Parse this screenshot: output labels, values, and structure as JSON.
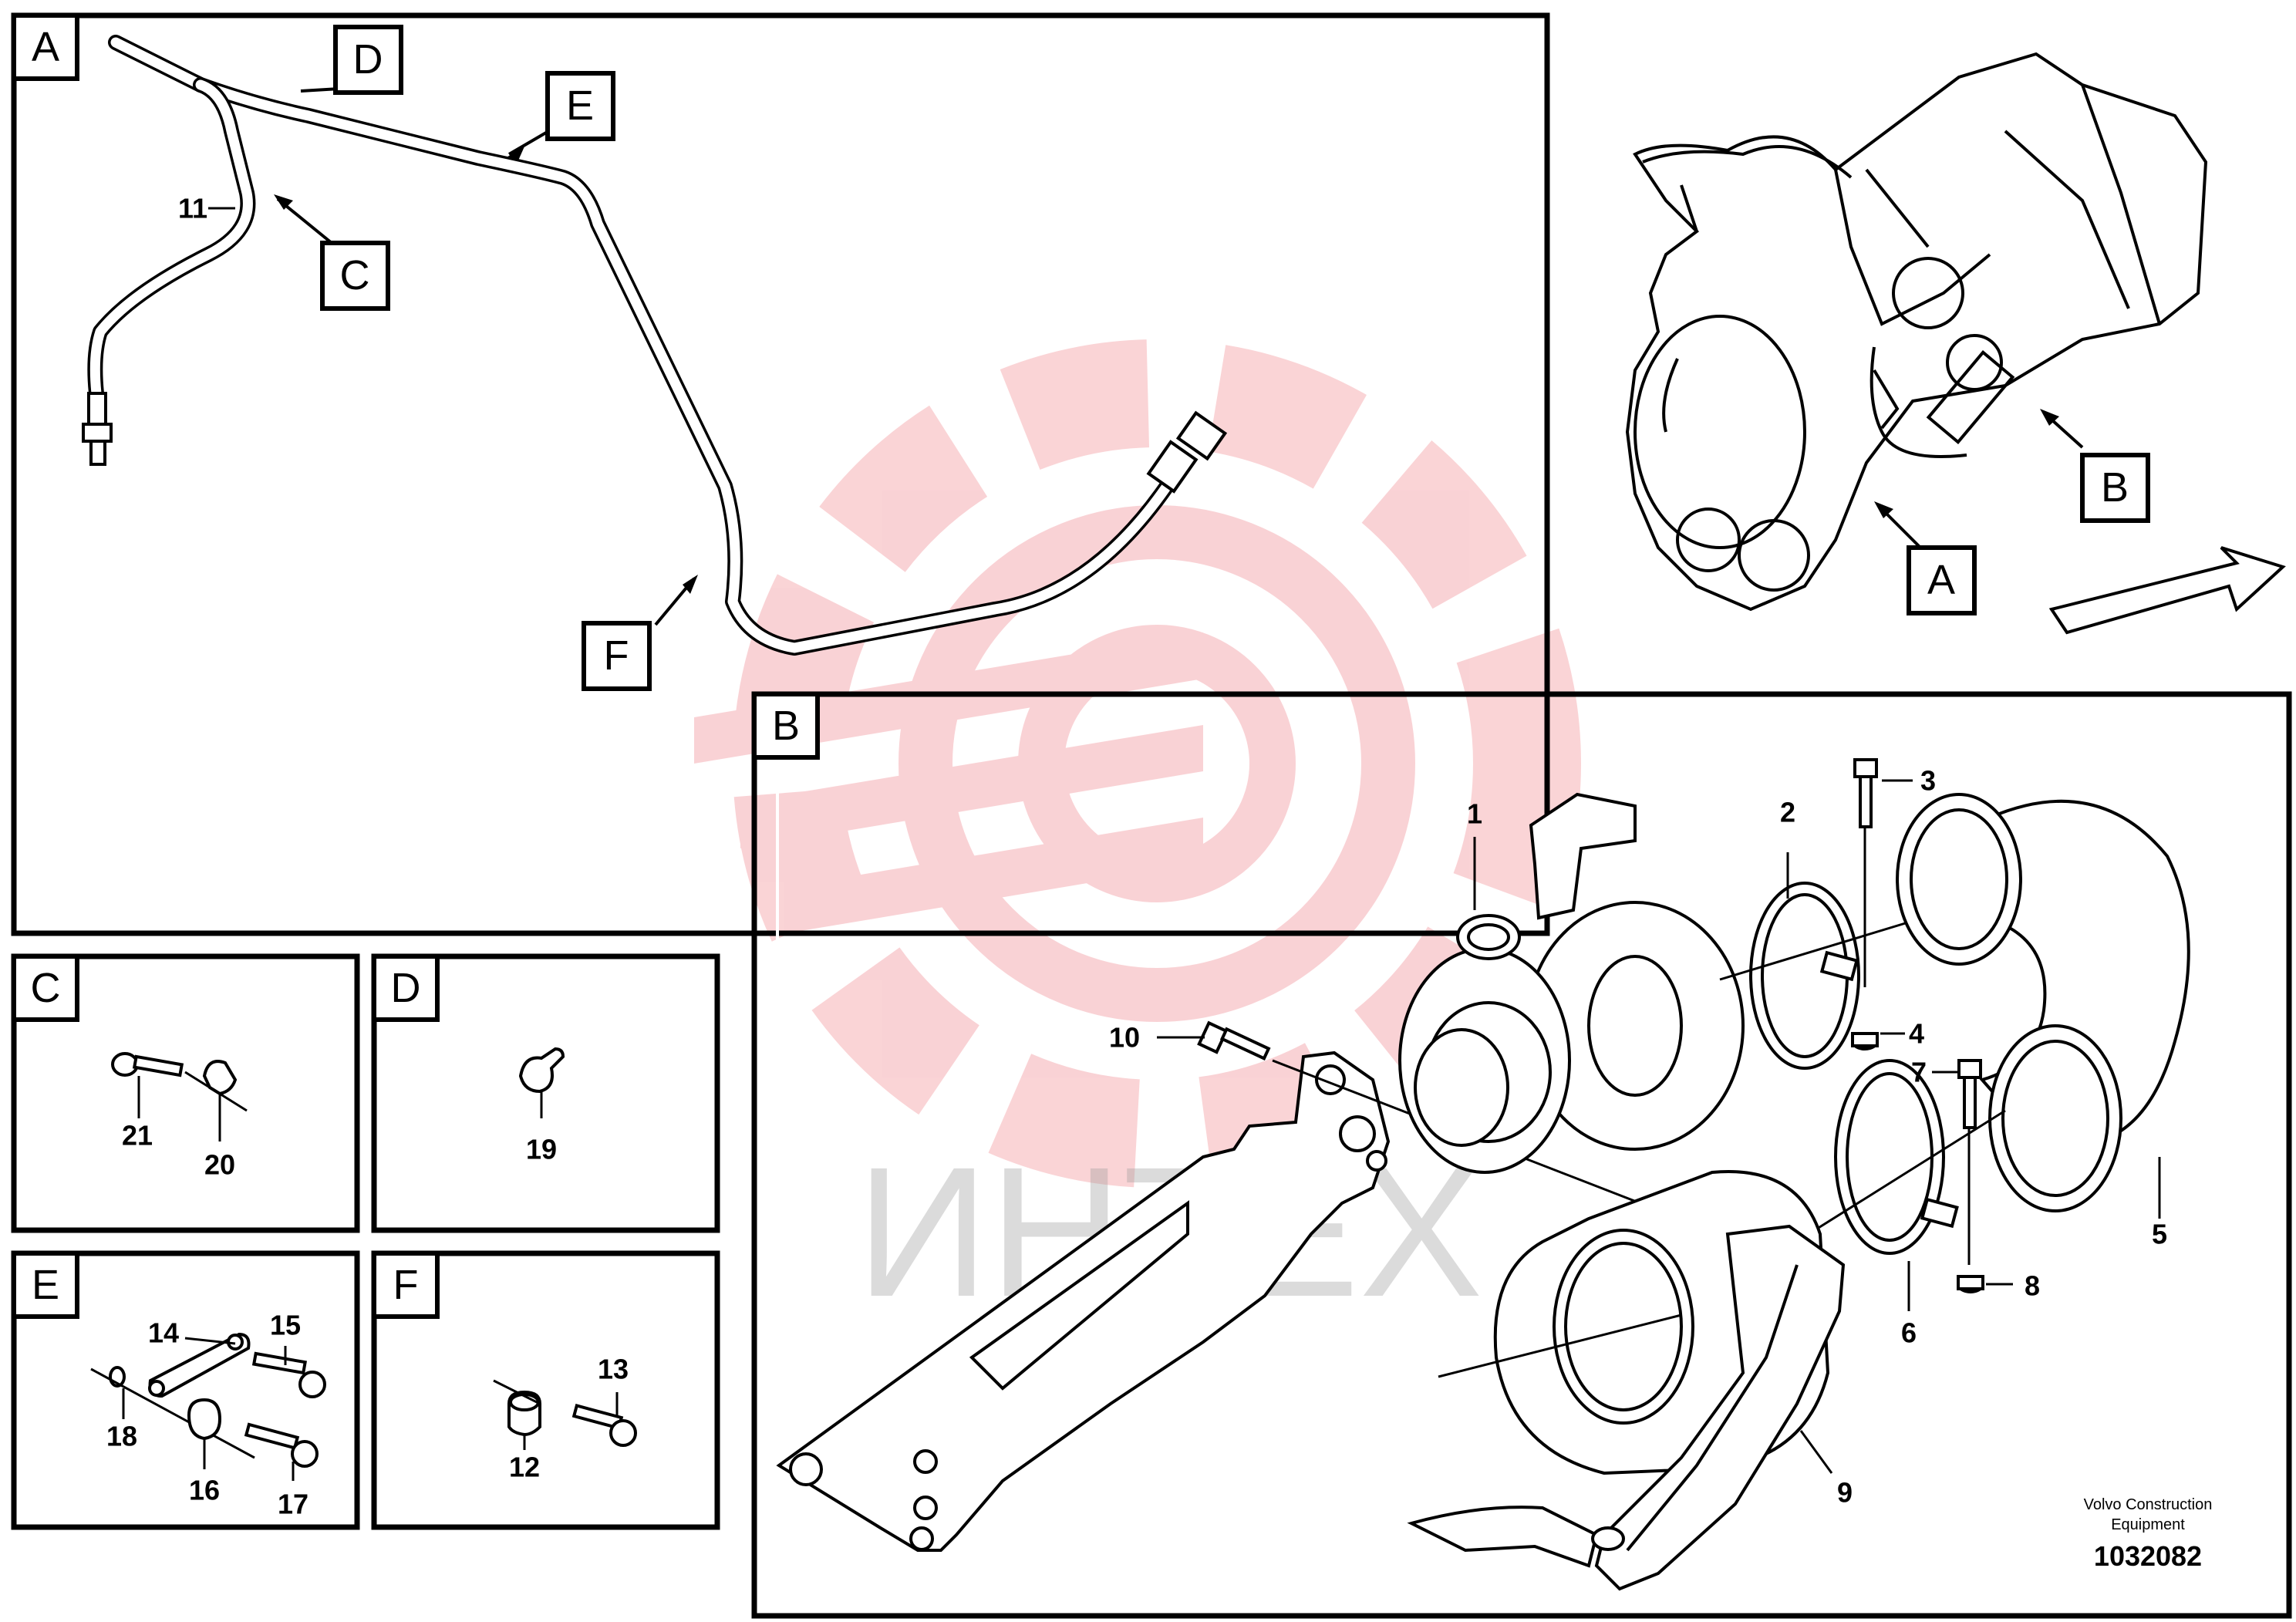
{
  "panels": {
    "a": "A",
    "b": "B",
    "c": "C",
    "d": "D",
    "e": "E",
    "f": "F"
  },
  "callouts": {
    "main_a": "A",
    "main_b": "B",
    "pipe_c": "C",
    "pipe_d": "D",
    "pipe_e": "E",
    "pipe_f": "F"
  },
  "parts": {
    "p1": "1",
    "p2": "2",
    "p3": "3",
    "p4": "4",
    "p5": "5",
    "p6": "6",
    "p7": "7",
    "p8": "8",
    "p9": "9",
    "p10": "10",
    "p11": "11",
    "p12": "12",
    "p13": "13",
    "p14": "14",
    "p15": "15",
    "p16": "16",
    "p17": "17",
    "p18": "18",
    "p19": "19",
    "p20": "20",
    "p21": "21"
  },
  "watermark": {
    "text": "ИНТЕХ",
    "color": "#e63946"
  },
  "footer": {
    "brand_line1": "Volvo Construction",
    "brand_line2": "Equipment",
    "code": "1032082"
  }
}
